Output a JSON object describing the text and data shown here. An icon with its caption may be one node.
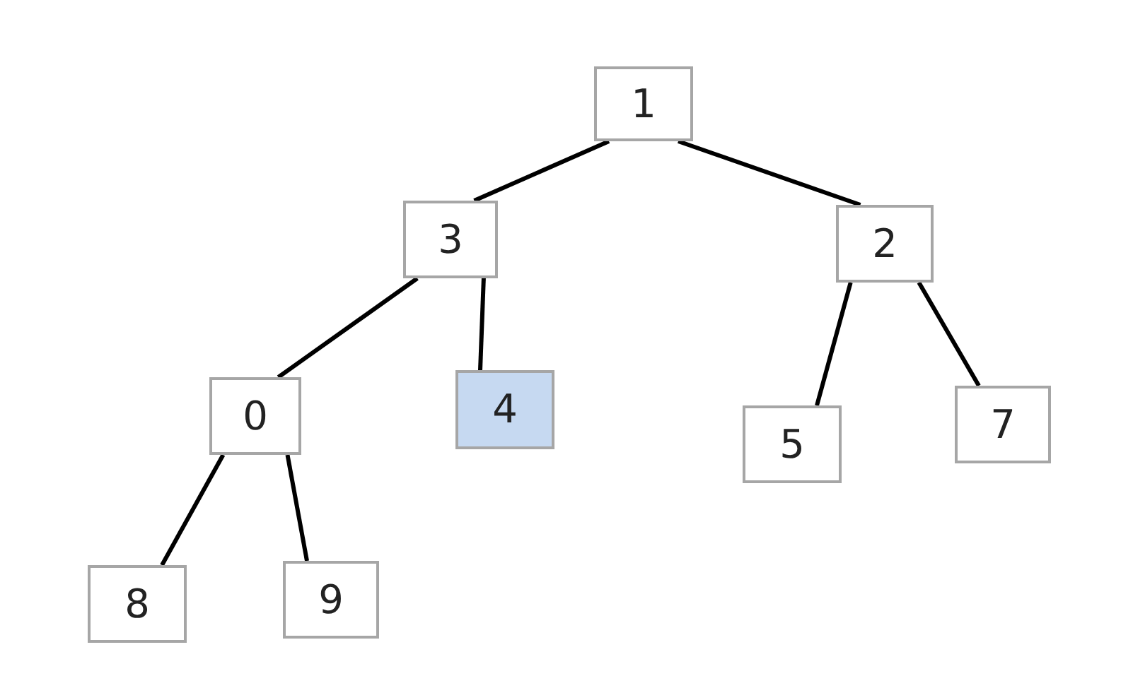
{
  "diagram": {
    "nodes": [
      {
        "text": [
          "1"
        ]
      },
      {
        "text": [
          "3"
        ]
      },
      {
        "text": [
          "2"
        ]
      },
      {
        "text": [
          "0"
        ]
      },
      {
        "text": [
          "4"
        ]
      },
      {
        "text": [
          "5"
        ]
      },
      {
        "text": [
          "7"
        ]
      },
      {
        "text": [
          "8"
        ]
      },
      {
        "text": [
          "9"
        ]
      }
    ],
    "edges": [
      {
        "from": 0,
        "to": 1,
        "arrow": "none"
      },
      {
        "from": 0,
        "to": 2,
        "arrow": "none"
      },
      {
        "from": 1,
        "to": 3,
        "arrow": "none"
      },
      {
        "from": 1,
        "to": 4,
        "arrow": "none"
      },
      {
        "from": 2,
        "to": 5,
        "arrow": "none"
      },
      {
        "from": 2,
        "to": 6,
        "arrow": "none"
      },
      {
        "from": 3,
        "to": 7,
        "arrow": "none"
      },
      {
        "from": 3,
        "to": 8,
        "arrow": "none"
      }
    ]
  }
}
